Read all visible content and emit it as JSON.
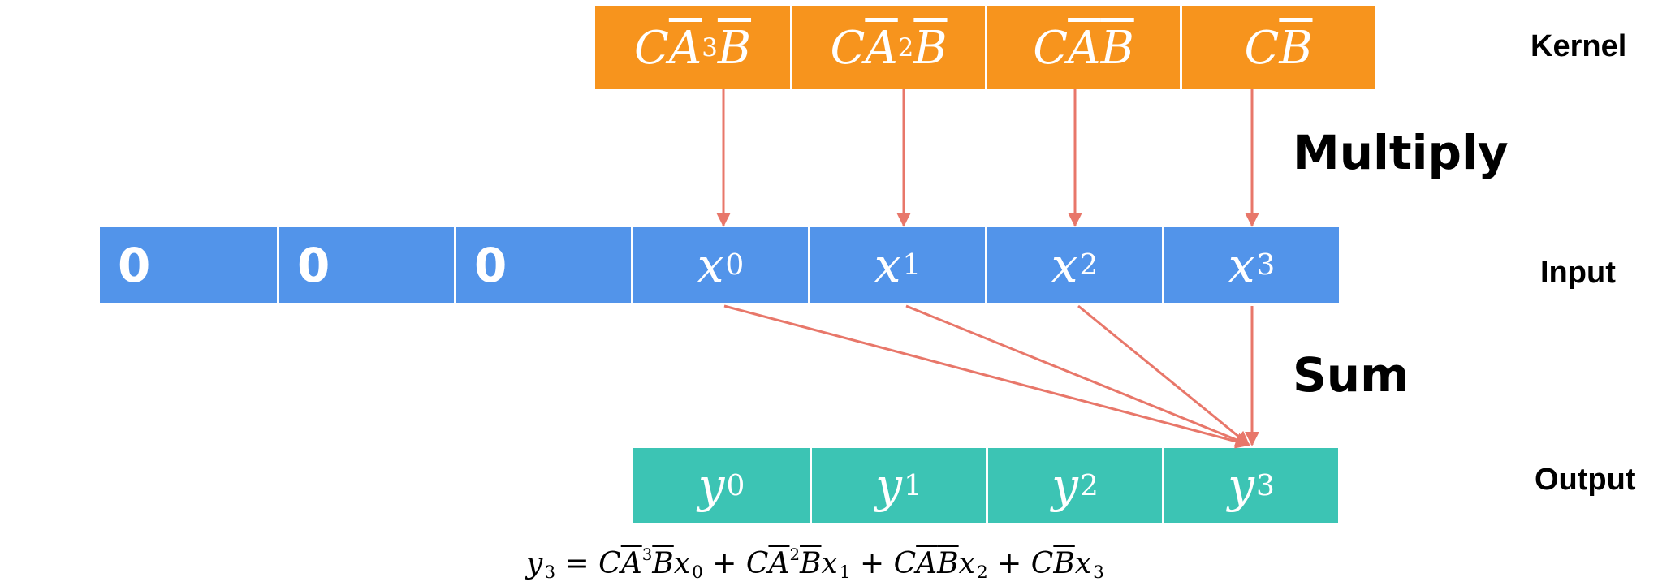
{
  "labels": {
    "kernel": "Kernel",
    "input": "Input",
    "output": "Output",
    "multiply": "Multiply",
    "sum": "Sum"
  },
  "kernel": [
    {
      "base": "C",
      "mat": "A",
      "power": "3",
      "vec": "B"
    },
    {
      "base": "C",
      "mat": "A",
      "power": "2",
      "vec": "B"
    },
    {
      "base": "C",
      "mat": "A",
      "power": "",
      "vec": "B"
    },
    {
      "base": "C",
      "mat": "",
      "power": "",
      "vec": "B"
    }
  ],
  "input": {
    "zeros": [
      "0",
      "0",
      "0"
    ],
    "vars": [
      {
        "sym": "x",
        "idx": "0"
      },
      {
        "sym": "x",
        "idx": "1"
      },
      {
        "sym": "x",
        "idx": "2"
      },
      {
        "sym": "x",
        "idx": "3"
      }
    ]
  },
  "output": [
    {
      "sym": "y",
      "idx": "0"
    },
    {
      "sym": "y",
      "idx": "1"
    },
    {
      "sym": "y",
      "idx": "2"
    },
    {
      "sym": "y",
      "idx": "3"
    }
  ],
  "formula": {
    "lhs": {
      "sym": "y",
      "idx": "3"
    },
    "eq": " = ",
    "plus": " + ",
    "terms": [
      {
        "base": "C",
        "mat": "A",
        "power": "3",
        "vec": "B",
        "x": "x",
        "idx": "0"
      },
      {
        "base": "C",
        "mat": "A",
        "power": "2",
        "vec": "B",
        "x": "x",
        "idx": "1"
      },
      {
        "base": "C",
        "mat": "A",
        "power": "",
        "vec": "B",
        "x": "x",
        "idx": "2"
      },
      {
        "base": "C",
        "mat": "",
        "power": "",
        "vec": "B",
        "x": "x",
        "idx": "3"
      }
    ]
  },
  "colors": {
    "kernel": "#f7941d",
    "input": "#5294ea",
    "output": "#3cc4b4",
    "arrow": "#e8776a"
  }
}
